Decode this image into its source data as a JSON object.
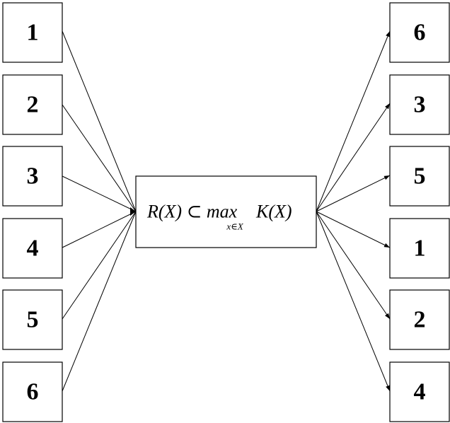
{
  "left_boxes": [
    "1",
    "2",
    "3",
    "4",
    "5",
    "6"
  ],
  "right_boxes": [
    "6",
    "3",
    "5",
    "1",
    "2",
    "4"
  ],
  "center": {
    "formula_main_left": "R(X) ⊂ max",
    "formula_main_right": "K(X)",
    "formula_sub": "x∈X"
  }
}
